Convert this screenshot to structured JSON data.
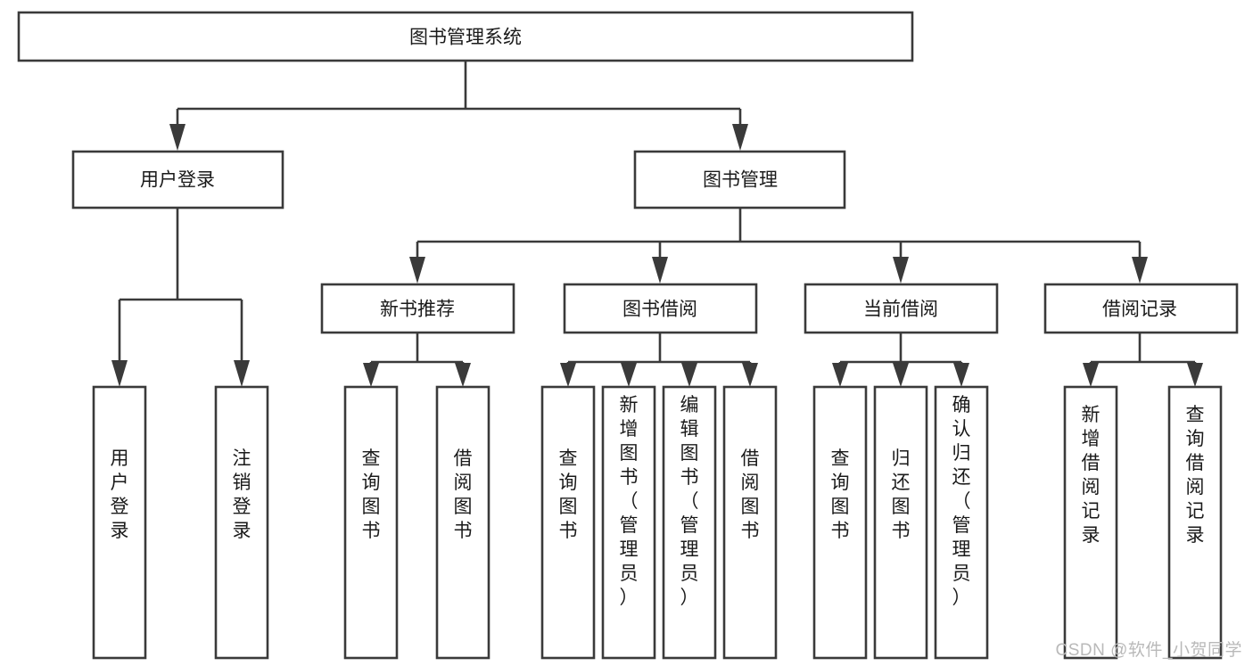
{
  "diagram": {
    "title": "图书管理系统",
    "type": "tree-hierarchy",
    "watermark": "CSDN @软件_小贺同学",
    "colors": {
      "background": "#ffffff",
      "stroke": "#3a3a3a",
      "box_fill": "#ffffff",
      "text": "#1a1a1a",
      "watermark": "#b9b9b9"
    },
    "root": {
      "label": "图书管理系统",
      "orientation": "horizontal"
    },
    "level2": [
      {
        "id": "user-login",
        "label": "用户登录",
        "orientation": "horizontal"
      },
      {
        "id": "book-manage",
        "label": "图书管理",
        "orientation": "horizontal"
      }
    ],
    "level3": [
      {
        "id": "new-book-recommend",
        "label": "新书推荐",
        "parent": "book-manage",
        "orientation": "horizontal"
      },
      {
        "id": "book-borrow",
        "label": "图书借阅",
        "parent": "book-manage",
        "orientation": "horizontal"
      },
      {
        "id": "current-borrow",
        "label": "当前借阅",
        "parent": "book-manage",
        "orientation": "horizontal"
      },
      {
        "id": "borrow-record",
        "label": "借阅记录",
        "parent": "book-manage",
        "orientation": "horizontal"
      }
    ],
    "leaves": [
      {
        "id": "leaf-user-login",
        "label": "用户登录",
        "parent": "user-login",
        "orientation": "vertical"
      },
      {
        "id": "leaf-logout-login",
        "label": "注销登录",
        "parent": "user-login",
        "orientation": "vertical"
      },
      {
        "id": "leaf-query-book-1",
        "label": "查询图书",
        "parent": "new-book-recommend",
        "orientation": "vertical"
      },
      {
        "id": "leaf-borrow-book-1",
        "label": "借阅图书",
        "parent": "new-book-recommend",
        "orientation": "vertical"
      },
      {
        "id": "leaf-query-book-2",
        "label": "查询图书",
        "parent": "book-borrow",
        "orientation": "vertical"
      },
      {
        "id": "leaf-add-book",
        "label": "新增图书（管理员）",
        "parent": "book-borrow",
        "orientation": "vertical"
      },
      {
        "id": "leaf-edit-book",
        "label": "编辑图书（管理员）",
        "parent": "book-borrow",
        "orientation": "vertical"
      },
      {
        "id": "leaf-borrow-book-2",
        "label": "借阅图书",
        "parent": "book-borrow",
        "orientation": "vertical"
      },
      {
        "id": "leaf-query-book-3",
        "label": "查询图书",
        "parent": "current-borrow",
        "orientation": "vertical"
      },
      {
        "id": "leaf-return-book",
        "label": "归还图书",
        "parent": "current-borrow",
        "orientation": "vertical"
      },
      {
        "id": "leaf-confirm-return",
        "label": "确认归还（管理员）",
        "parent": "current-borrow",
        "orientation": "vertical"
      },
      {
        "id": "leaf-add-record",
        "label": "新增借阅记录",
        "parent": "borrow-record",
        "orientation": "vertical"
      },
      {
        "id": "leaf-query-record",
        "label": "查询借阅记录",
        "parent": "borrow-record",
        "orientation": "vertical"
      }
    ]
  }
}
